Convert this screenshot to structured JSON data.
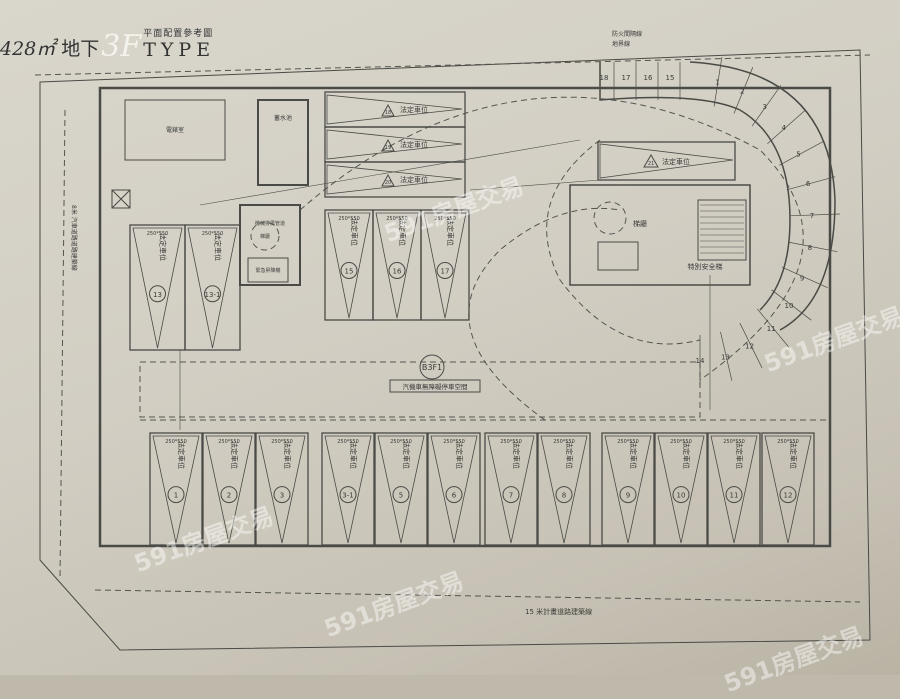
{
  "title": {
    "area": "428㎡",
    "floor": "地下",
    "level": "3F",
    "subtitle": "平面配置參考圖",
    "type": "TYPE"
  },
  "boundary": {
    "property_line": "地界線",
    "setback_line": "防火間隔線",
    "road_line": "15 米計畫道路建築線",
    "left_road_line": "8米 汽車道路道路建築線"
  },
  "floor_tag": "B3F1",
  "accessible_space_label": "汽機車無障礙停車空間",
  "rooms": {
    "water_tank": "蓄水池",
    "pump_room": "電錶室",
    "exhaust": "機械排風管道",
    "lobby": "梯廳",
    "elevator": "緊急昇降機",
    "stairs": "特別安全梯",
    "lobby_right": "梯廳"
  },
  "parking": {
    "label": "法定車位",
    "size": "250*550",
    "bottom_row": [
      "1",
      "2",
      "3",
      "3-1",
      "5",
      "6",
      "7",
      "8",
      "9",
      "10",
      "11",
      "12"
    ],
    "left_row": [
      "13",
      "13-1"
    ],
    "middle_row": [
      "15",
      "16",
      "17"
    ],
    "top_row": [
      "18",
      "19",
      "20"
    ],
    "right_spot": "21"
  },
  "ramp_steps": [
    "1",
    "2",
    "3",
    "4",
    "5",
    "6",
    "7",
    "8",
    "9",
    "10",
    "11",
    "12",
    "13",
    "14",
    "15",
    "16",
    "17",
    "18"
  ],
  "watermark": "591房屋交易"
}
